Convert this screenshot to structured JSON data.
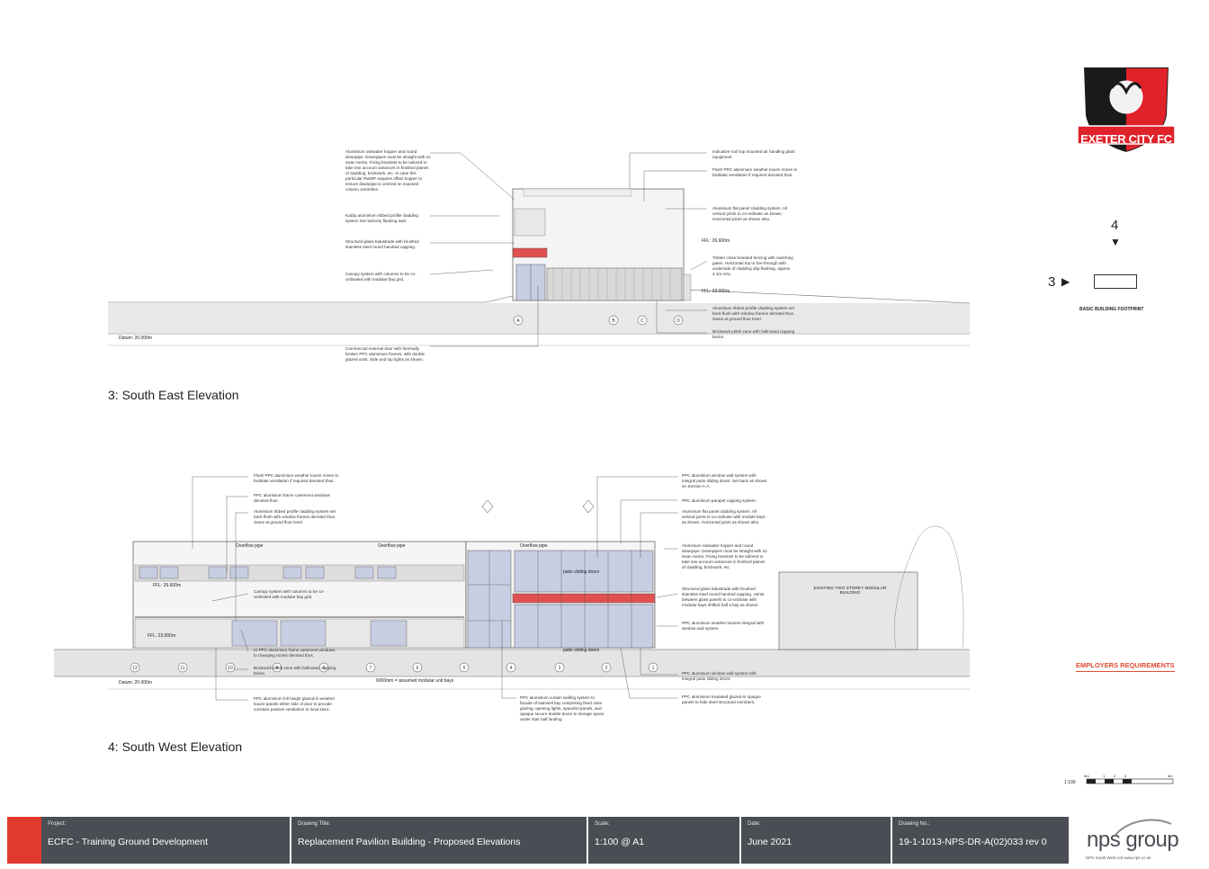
{
  "elevations": {
    "south_east": {
      "title": "3: South East Elevation",
      "datum": "Datum: 20.000m",
      "ffl_upper": "FFL: 26.600m",
      "ffl_lower": "FFL: 23.000m",
      "gridlines": [
        "A",
        "B",
        "C",
        "D"
      ],
      "notes_left": [
        "Aluminium rainwater hopper and round downpipe. Downpipes must be straight with no swan necks. Fixing brackets to be tailored to take into account variances in finished planes of cladding, brickwork, etc. In case this particular RWDP requires offset hopper to ensure downpipe is centred on exposed column centreline.",
        "Kalzip aluminium ribbed profile cladding system into balcony flanking wall.",
        "Structural glass balustrade with brushed stainless steel round handrail capping.",
        "Canopy system with columns to be co-ordinated with modular bay grid.",
        "Commercial external door with thermally broken PPC aluminium frames, with double glazed units. Side and top lights as shown."
      ],
      "notes_right": [
        "Indicative roof top mounted air handling plant equipment.",
        "Flush PPC aluminium weather louvre zones to facilitate ventilation if required denoted thus.",
        "Aluminium flat panel cladding system. All vertical joints to co-ordinate as shown. Horizontal joints as shown also.",
        "Timber close boarded fencing with matching gates. Horizontal top to line through with underside of cladding drip flashing, approx 2.1m AGL.",
        "Aluminium ribbed profile cladding system set back flush with window frames denoted thus. Same at ground floor level.",
        "Brickwork plinth zone with bullnosed capping bricks."
      ]
    },
    "south_west": {
      "title": "4: South West Elevation",
      "datum": "Datum: 20.000m",
      "ffl_upper": "FFL: 26.600m",
      "ffl_lower": "FFL: 23.000m",
      "gridlines": [
        "12",
        "11",
        "10",
        "9",
        "8",
        "7",
        "6",
        "5",
        "4",
        "3",
        "2",
        "1"
      ],
      "overflow_label": "Overflow pipe",
      "bay_note": "6000mm = assumed modular unit bays",
      "patio_label": "patio sliding doors",
      "existing_building": "EXISTING TWO STOREY MODULAR BUILDING",
      "notes_left": [
        "Flush PPC aluminium weather louvre zones to facilitate ventilation if required denoted thus.",
        "PPC aluminium frame casement windows denoted thus.",
        "Aluminium ribbed profile cladding system set back flush with window frames denoted thus. Same at ground floor level.",
        "Canopy system with columns to be co-ordinated with modular bay grid.",
        "Hi PPC aluminium frame casement windows to changing rooms denoted thus.",
        "Brickwork plinth zone with bullnosed capping bricks.",
        "PPC aluminium full height glazed-in weather louvre panels either side of door to provide constant passive ventilation to local store."
      ],
      "notes_mid": "PPC aluminium curtain walling system to facade of stairwell bay comprising fixed clear glazing, opening lights, spandrel panels, and opaque secure double doors to storage space under stair half landing.",
      "notes_right": [
        "PPC aluminium window wall system with integral patio sliding doors. Set back as shown on Section A-A.",
        "PPC aluminium parapet capping system.",
        "Aluminium flat panel cladding system. All vertical joints to co-ordinate with module bays as shown. Horizontal joints as shown also.",
        "Aluminium rainwater hopper and round downpipe. Downpipes must be straight with no swan necks. Fixing brackets to be tailored to take into account variances in finished planes of cladding, brickwork, etc.",
        "Structural glass balustrade with brushed stainless steel round handrail capping. Joints between glass panels to co-ordinate with modular bays shifted half a bay as shown.",
        "PPC aluminium weather louvres integral with window wall system.",
        "PPC aluminium window wall system with integral patio sliding doors.",
        "PPC aluminium insulated glazed-in opaque panels to hide steel structural members."
      ]
    }
  },
  "logo": {
    "text": "EXETER CITY FC",
    "colors": {
      "red": "#e0222a",
      "black": "#1a1a1a"
    }
  },
  "key_plan": {
    "top_label": "4",
    "side_label": "3",
    "caption": "BASIC BUILDING FOOTPRINT"
  },
  "employers_requirements": "EMPLOYERS REQUIREMENTS",
  "scale_bar": {
    "label": "1:100",
    "ticks": [
      "0m",
      "1",
      "2",
      "3",
      "5m"
    ]
  },
  "title_block": {
    "project_caption": "Project:",
    "project": "ECFC - Training Ground Development",
    "drawing_title_caption": "Drawing Title:",
    "drawing_title": "Replacement Pavilion Building - Proposed Elevations",
    "scale_caption": "Scale:",
    "scale": "1:100 @ A1",
    "date_caption": "Date:",
    "date": "June 2021",
    "drawing_no_caption": "Drawing No.:",
    "drawing_no": "19-1-1013-NPS-DR-A(02)033 rev 0",
    "colors": {
      "band": "#4a4d53",
      "accent": "#e0392e"
    }
  },
  "company": {
    "name": "nps group",
    "sub": "NPS South West Ltd        www.nps.co.uk"
  }
}
